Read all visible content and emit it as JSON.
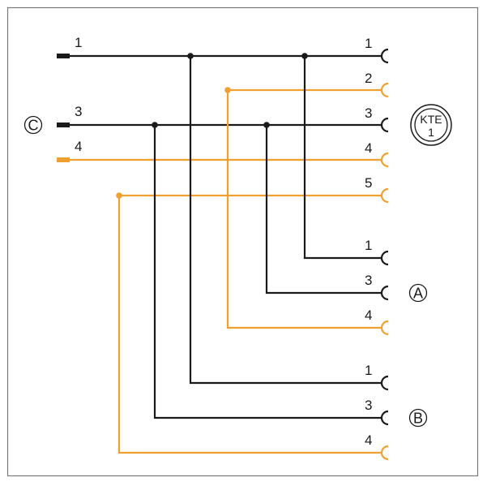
{
  "colors": {
    "black_wire": "#1a1a1a",
    "orange_wire": "#f0a030",
    "border": "#7a7a7a",
    "background": "#ffffff"
  },
  "inputs": {
    "pin1": "1",
    "pin3": "3",
    "pin4": "4",
    "marker": "C"
  },
  "top_connector": {
    "pins": [
      "1",
      "2",
      "3",
      "4",
      "5"
    ],
    "device": "KTE",
    "device_number": "1"
  },
  "branch_a": {
    "pins": [
      "1",
      "3",
      "4"
    ],
    "marker": "A"
  },
  "branch_b": {
    "pins": [
      "1",
      "3",
      "4"
    ],
    "marker": "B"
  }
}
